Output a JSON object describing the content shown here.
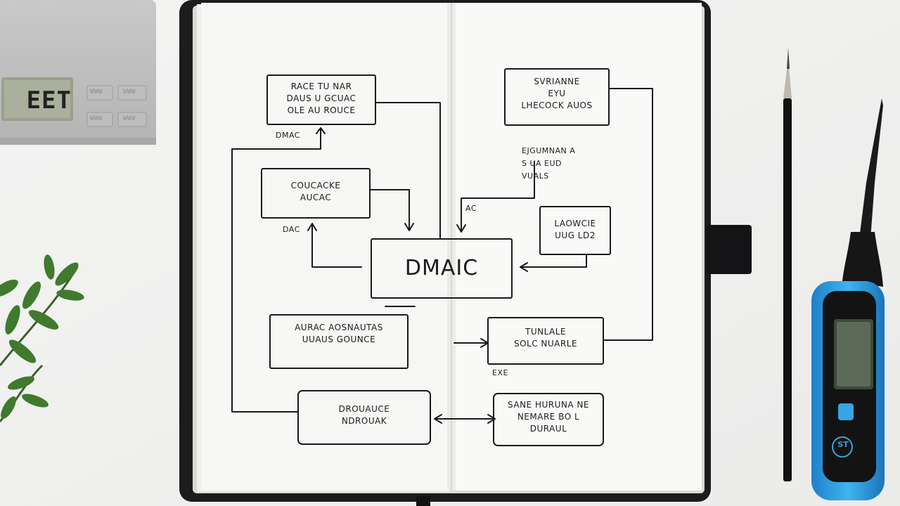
{
  "scale": {
    "display": "EET",
    "keys": [
      "WWW",
      "WWW",
      "WWW",
      "WWW"
    ]
  },
  "tester": {
    "label": "ST"
  },
  "notebook": {
    "center_label": "DMAIC",
    "boxes": [
      {
        "lines": "RACE TU NAR\nDAUS  U GCUAC\nOLE AU ROUCE"
      },
      {
        "lines": "COUCACKE\nAUCAC"
      },
      {
        "lines": "AURAC     AOSNAUTAS\nUUAUS      GOUNCE"
      },
      {
        "lines": "DROUAUCE\nNDROUAK"
      },
      {
        "lines": "SVRIANNE\nEYU\nLHECOCK AUOS"
      },
      {
        "lines": "LAOWCIE\nUUG LD2"
      },
      {
        "lines": "TUNLALE\nSOLC NUARLE"
      },
      {
        "lines": "SANE HURUNA NE\nNEMARE BO L\nDURAUL"
      }
    ],
    "annotations": [
      {
        "text": "DMAC"
      },
      {
        "text": "DAC"
      },
      {
        "text": "EJGUMNAN A\nS UA  EUD\nVUALS"
      },
      {
        "text": "AC"
      },
      {
        "text": "EXE"
      }
    ]
  }
}
